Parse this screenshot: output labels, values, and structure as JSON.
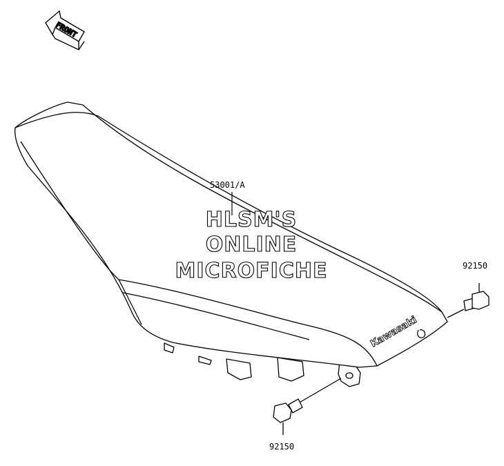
{
  "direction_marker": {
    "label": "FRONT",
    "icon": "front-arrow-icon"
  },
  "parts": {
    "seat": {
      "number": "53001/A",
      "brand_marking": "Kawasaki"
    },
    "bolt_right": {
      "number": "92150"
    },
    "bolt_bottom": {
      "number": "92150"
    }
  },
  "watermark": {
    "line1": "HLSM'S",
    "line2": "ONLINE",
    "line3": "MICROFICHE"
  },
  "colors": {
    "line": "#000000",
    "background": "#ffffff"
  }
}
